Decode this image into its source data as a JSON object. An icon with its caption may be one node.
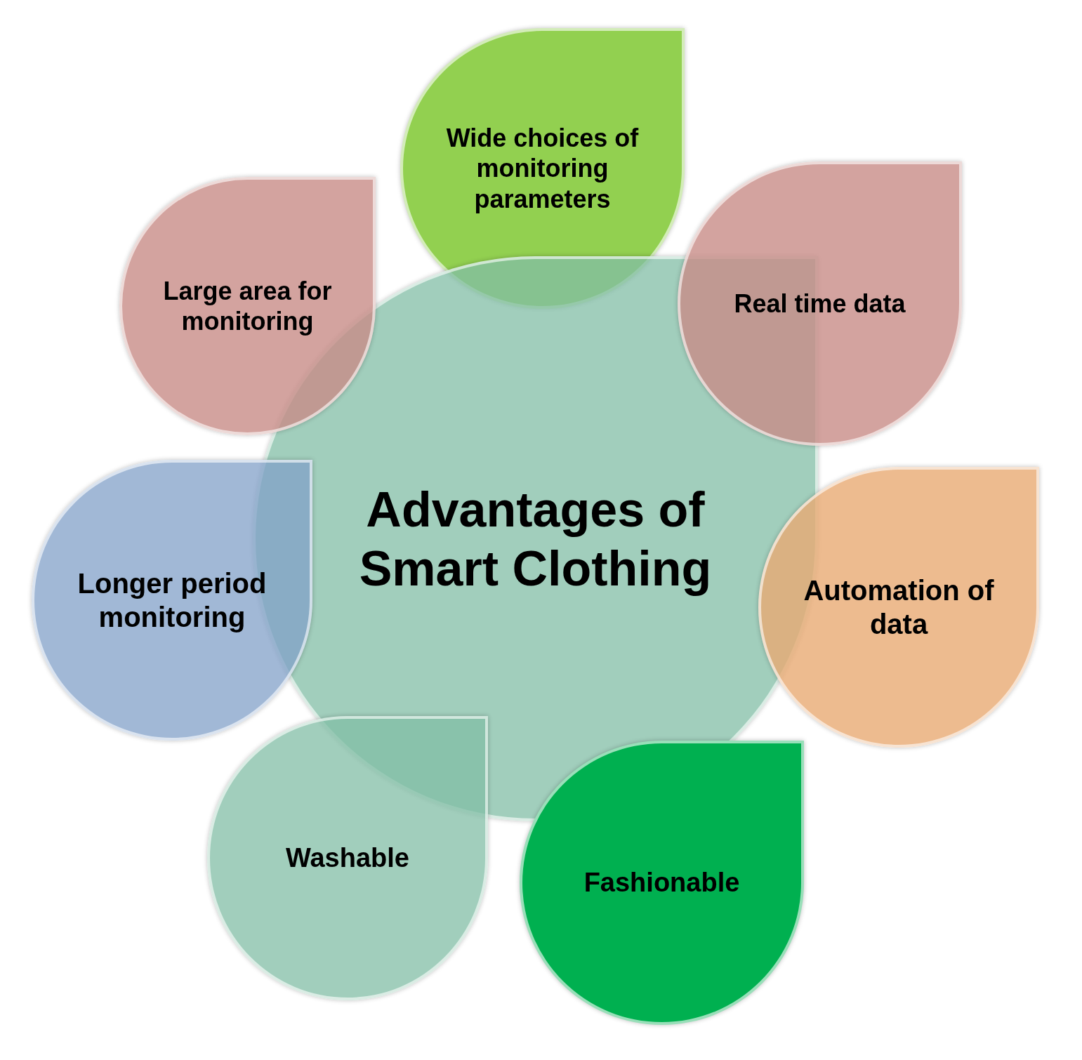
{
  "diagram": {
    "nodes": [
      {
        "text": [
          "Advantages of Smart Clothing"
        ]
      },
      {
        "text": [
          "Wide choices of monitoring parameters"
        ]
      },
      {
        "text": [
          "Real time data"
        ]
      },
      {
        "text": [
          "Automation of data"
        ]
      },
      {
        "text": [
          "Fashionable"
        ]
      },
      {
        "text": [
          "Washable"
        ]
      },
      {
        "text": [
          "Longer period monitoring"
        ]
      },
      {
        "text": [
          "Large area for monitoring"
        ]
      }
    ]
  }
}
